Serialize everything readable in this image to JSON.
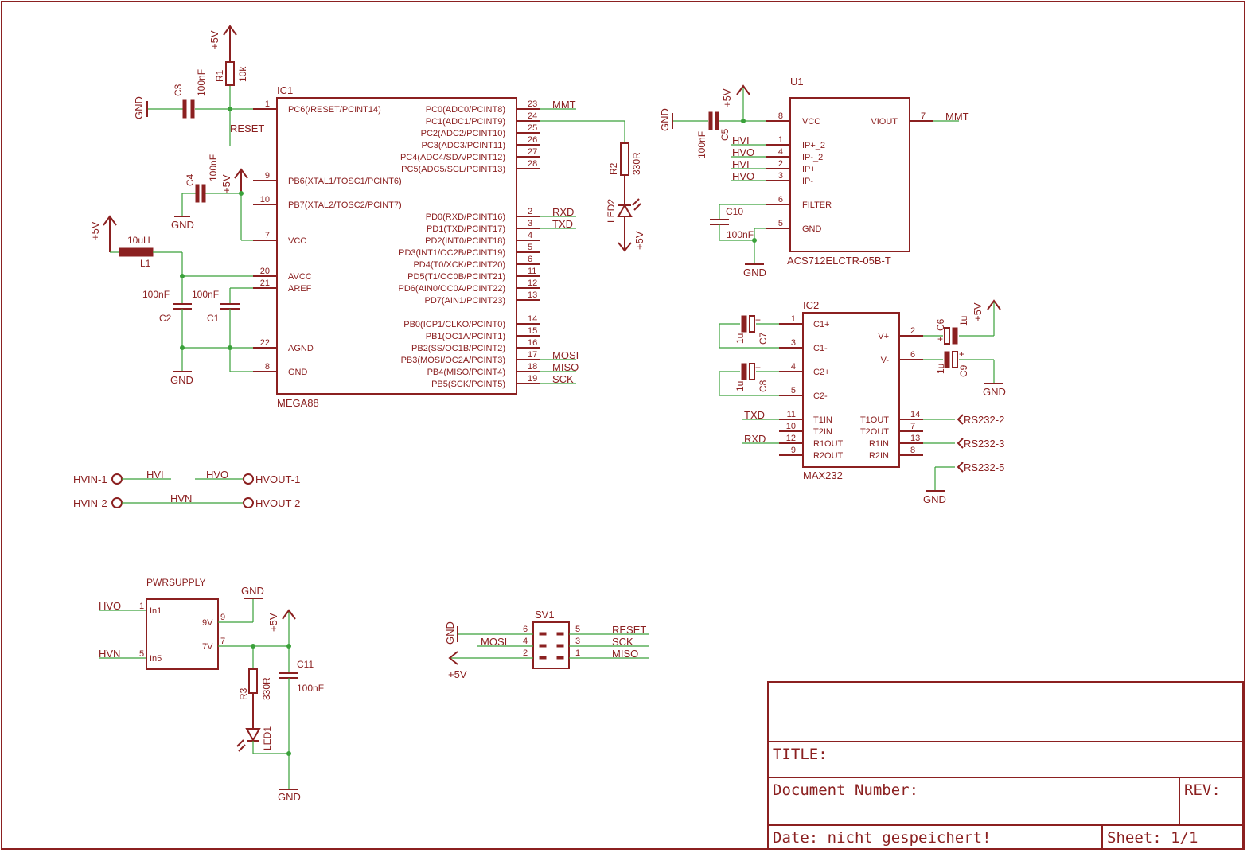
{
  "title_block": {
    "title": "TITLE:",
    "doc_number": "Document Number:",
    "rev": "REV:",
    "date": "Date: nicht gespeichert!",
    "sheet": "Sheet: 1/1"
  },
  "ic1": {
    "name": "IC1",
    "value": "MEGA88",
    "left_pins": [
      {
        "num": "1",
        "label": "PC6(/RESET/PCINT14)",
        "net": "RESET"
      },
      {
        "num": "9",
        "label": "PB6(XTAL1/TOSC1/PCINT6)"
      },
      {
        "num": "10",
        "label": "PB7(XTAL2/TOSC2/PCINT7)"
      },
      {
        "num": "7",
        "label": "VCC"
      },
      {
        "num": "20",
        "label": "AVCC"
      },
      {
        "num": "21",
        "label": "AREF"
      },
      {
        "num": "22",
        "label": "AGND"
      },
      {
        "num": "8",
        "label": "GND"
      }
    ],
    "right_pins": [
      {
        "num": "23",
        "label": "PC0(ADC0/PCINT8)",
        "net": "MMT"
      },
      {
        "num": "24",
        "label": "PC1(ADC1/PCINT9)",
        "net": ""
      },
      {
        "num": "25",
        "label": "PC2(ADC2/PCINT10)",
        "net": ""
      },
      {
        "num": "26",
        "label": "PC3(ADC3/PCINT11)",
        "net": ""
      },
      {
        "num": "27",
        "label": "PC4(ADC4/SDA/PCINT12)",
        "net": ""
      },
      {
        "num": "28",
        "label": "PC5(ADC5/SCL/PCINT13)",
        "net": ""
      },
      {
        "num": "2",
        "label": "PD0(RXD/PCINT16)",
        "net": "RXD"
      },
      {
        "num": "3",
        "label": "PD1(TXD/PCINT17)",
        "net": "TXD"
      },
      {
        "num": "4",
        "label": "PD2(INT0/PCINT18)",
        "net": ""
      },
      {
        "num": "5",
        "label": "PD3(INT1/OC2B/PCINT19)",
        "net": ""
      },
      {
        "num": "6",
        "label": "PD4(T0/XCK/PCINT20)",
        "net": ""
      },
      {
        "num": "11",
        "label": "PD5(T1/OC0B/PCINT21)",
        "net": ""
      },
      {
        "num": "12",
        "label": "PD6(AIN0/OC0A/PCINT22)",
        "net": ""
      },
      {
        "num": "13",
        "label": "PD7(AIN1/PCINT23)",
        "net": ""
      },
      {
        "num": "14",
        "label": "PB0(ICP1/CLKO/PCINT0)",
        "net": ""
      },
      {
        "num": "15",
        "label": "PB1(OC1A/PCINT1)",
        "net": ""
      },
      {
        "num": "16",
        "label": "PB2(SS/OC1B/PCINT2)",
        "net": ""
      },
      {
        "num": "17",
        "label": "PB3(MOSI/OC2A/PCINT3)",
        "net": "MOSI"
      },
      {
        "num": "18",
        "label": "PB4(MISO/PCINT4)",
        "net": "MISO"
      },
      {
        "num": "19",
        "label": "PB5(SCK/PCINT5)",
        "net": "SCK"
      }
    ]
  },
  "u1": {
    "name": "U1",
    "value": "ACS712ELCTR-05B-T",
    "left_pins": [
      {
        "num": "8",
        "label": "VCC",
        "net": ""
      },
      {
        "num": "1",
        "label": "IP+_2",
        "net": "HVI"
      },
      {
        "num": "4",
        "label": "IP-_2",
        "net": "HVO"
      },
      {
        "num": "2",
        "label": "IP+",
        "net": "HVI"
      },
      {
        "num": "3",
        "label": "IP-",
        "net": "HVO"
      },
      {
        "num": "6",
        "label": "FILTER",
        "net": ""
      },
      {
        "num": "5",
        "label": "GND",
        "net": ""
      }
    ],
    "right_pins": [
      {
        "num": "7",
        "label": "VIOUT",
        "net": "MMT"
      }
    ]
  },
  "ic2": {
    "name": "IC2",
    "value": "MAX232",
    "left_pins": [
      {
        "num": "1",
        "label": "C1+",
        "net": ""
      },
      {
        "num": "3",
        "label": "C1-",
        "net": ""
      },
      {
        "num": "4",
        "label": "C2+",
        "net": ""
      },
      {
        "num": "5",
        "label": "C2-",
        "net": ""
      },
      {
        "num": "11",
        "label": "T1IN",
        "net": "TXD"
      },
      {
        "num": "10",
        "label": "T2IN",
        "net": ""
      },
      {
        "num": "12",
        "label": "R1OUT",
        "net": "RXD"
      },
      {
        "num": "9",
        "label": "R2OUT",
        "net": ""
      }
    ],
    "right_pins": [
      {
        "num": "2",
        "label": "V+",
        "net": ""
      },
      {
        "num": "6",
        "label": "V-",
        "net": ""
      },
      {
        "num": "14",
        "label": "T1OUT",
        "net": ""
      },
      {
        "num": "7",
        "label": "T2OUT",
        "net": ""
      },
      {
        "num": "13",
        "label": "R1IN",
        "net": ""
      },
      {
        "num": "8",
        "label": "R2IN",
        "net": ""
      }
    ]
  },
  "pwr": {
    "name": "PWRSUPPLY",
    "pins": [
      {
        "num": "1",
        "label": "In1",
        "net": "HVO"
      },
      {
        "num": "5",
        "label": "In5",
        "net": "HVN"
      },
      {
        "num": "9",
        "label": "9V"
      },
      {
        "num": "7",
        "label": "7V"
      }
    ]
  },
  "sv1": {
    "name": "SV1",
    "left": [
      {
        "num": "6",
        "net": "GND"
      },
      {
        "num": "4",
        "net": "MOSI"
      },
      {
        "num": "2",
        "net": "+5V"
      }
    ],
    "right": [
      {
        "num": "5",
        "net": "RESET"
      },
      {
        "num": "3",
        "net": "SCK"
      },
      {
        "num": "1",
        "net": "MISO"
      }
    ]
  },
  "components": {
    "r1": {
      "name": "R1",
      "value": "10k"
    },
    "r2": {
      "name": "R2",
      "value": "330R"
    },
    "r3": {
      "name": "R3",
      "value": "330R"
    },
    "c1": {
      "name": "C1",
      "value": "100nF"
    },
    "c2": {
      "name": "C2",
      "value": "100nF"
    },
    "c3": {
      "name": "C3",
      "value": "100nF"
    },
    "c4": {
      "name": "C4",
      "value": "100nF"
    },
    "c5": {
      "name": "C5",
      "value": "100nF"
    },
    "c6": {
      "name": "C6",
      "value": "1u"
    },
    "c7": {
      "name": "C7",
      "value": "1u"
    },
    "c8": {
      "name": "C8",
      "value": "1u"
    },
    "c9": {
      "name": "C9",
      "value": "1u"
    },
    "c10": {
      "name": "C10",
      "value": "100nF"
    },
    "c11": {
      "name": "C11",
      "value": "100nF"
    },
    "l1": {
      "name": "L1",
      "value": "10uH"
    },
    "led1": {
      "name": "LED1"
    },
    "led2": {
      "name": "LED2"
    }
  },
  "supplies": {
    "vcc": "+5V",
    "gnd": "GND"
  },
  "connectors": {
    "hvin1": "HVIN-1",
    "hvin2": "HVIN-2",
    "hvout1": "HVOUT-1",
    "hvout2": "HVOUT-2",
    "rs2": "RS232-2",
    "rs3": "RS232-3",
    "rs5": "RS232-5"
  },
  "nets": {
    "hvi": "HVI",
    "hvo": "HVO",
    "hvn": "HVN",
    "reset": "RESET"
  },
  "colors": {
    "symbol": "#8b2020",
    "wire": "#3aa13a"
  }
}
